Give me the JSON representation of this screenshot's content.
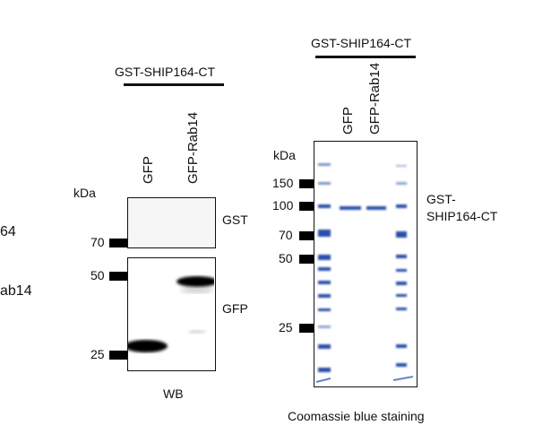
{
  "left_fragments": {
    "line1": "64",
    "line2": "ab14"
  },
  "western_blot": {
    "header": "GST-SHIP164-CT",
    "lanes": [
      "GFP",
      "GFP-Rab14"
    ],
    "kda_label": "kDa",
    "gst_panel": {
      "label": "GST",
      "markers": [
        "70"
      ]
    },
    "gfp_panel": {
      "label": "GFP",
      "markers": [
        "50",
        "25"
      ]
    },
    "caption": "WB"
  },
  "coomassie": {
    "header": "GST-SHIP164-CT",
    "lanes": [
      "GFP",
      "GFP-Rab14"
    ],
    "kda_label": "kDa",
    "markers": [
      "150",
      "100",
      "70",
      "50",
      "25"
    ],
    "band_label_line1": "GST-",
    "band_label_line2": "SHIP164-CT",
    "caption": "Coomassie blue staining",
    "stain_color": "#2a4fa8"
  }
}
